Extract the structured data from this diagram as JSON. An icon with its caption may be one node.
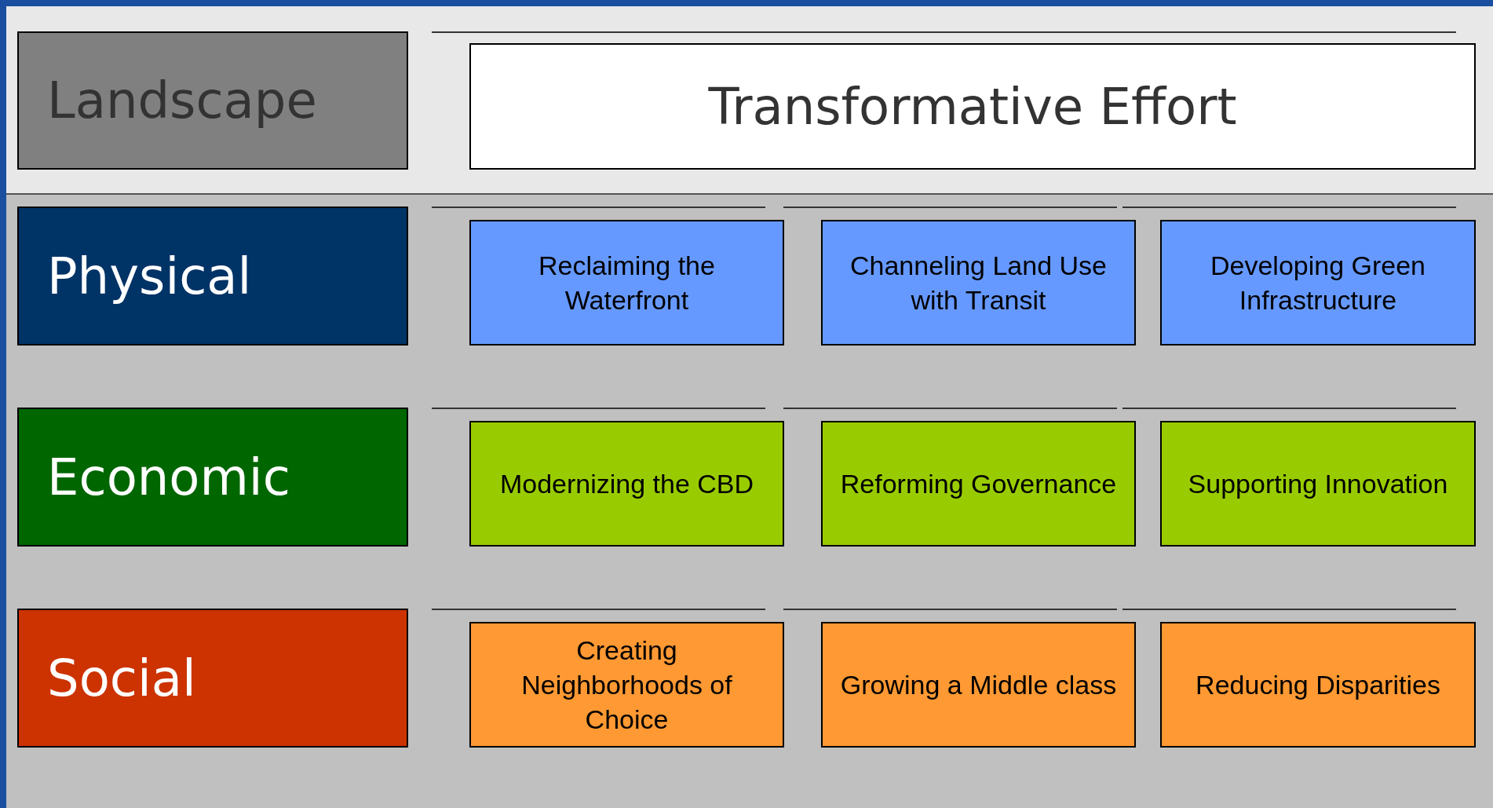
{
  "diagram": {
    "nodes": [
      {
        "text": [
          "Landscape"
        ]
      },
      {
        "text": [
          "Transformative Effort"
        ]
      },
      {
        "text": [
          "Physical"
        ]
      },
      {
        "text": [
          "Reclaiming the Waterfront"
        ]
      },
      {
        "text": [
          "Channeling Land Use with Transit"
        ]
      },
      {
        "text": [
          "Developing Green Infrastructure"
        ]
      },
      {
        "text": [
          "Economic"
        ]
      },
      {
        "text": [
          "Modernizing the CBD"
        ]
      },
      {
        "text": [
          "Reforming Governance"
        ]
      },
      {
        "text": [
          "Supporting Innovation"
        ]
      },
      {
        "text": [
          "Social"
        ]
      },
      {
        "text": [
          "Creating Neighborhoods of Choice"
        ]
      },
      {
        "text": [
          "Growing a Middle class"
        ]
      },
      {
        "text": [
          "Reducing Disparities"
        ]
      }
    ]
  }
}
